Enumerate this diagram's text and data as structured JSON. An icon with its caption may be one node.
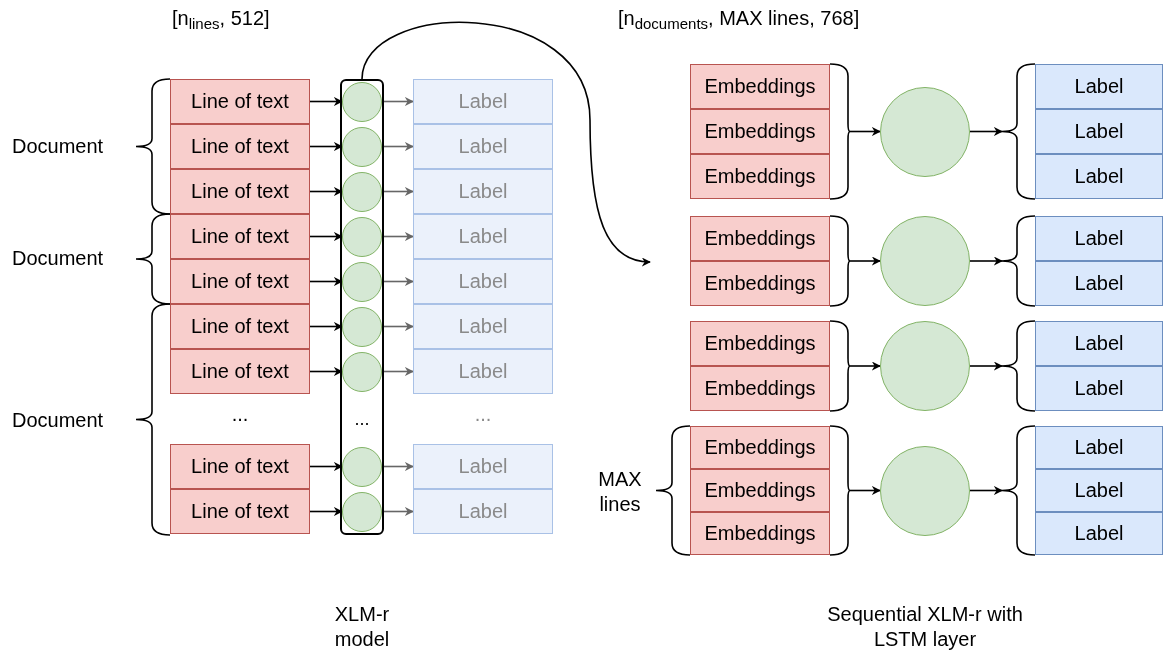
{
  "diagram": {
    "nodes": [
      {
        "text": [
          "Line of text"
        ]
      },
      {
        "text": [
          "Line of text"
        ]
      },
      {
        "text": [
          "Line of text"
        ]
      },
      {
        "text": [
          "Line of text"
        ]
      },
      {
        "text": [
          "Line of text"
        ]
      },
      {
        "text": [
          "Line of text"
        ]
      },
      {
        "text": [
          "Line of text"
        ]
      },
      {
        "text": [
          "Line of text"
        ]
      },
      {
        "text": [
          "Line of text"
        ]
      },
      {
        "text": [
          "..."
        ]
      },
      {
        "text": [],
        "shape": "circle",
        "in": 9
      },
      {
        "text": [],
        "shape": "circle",
        "in": 9
      },
      {
        "text": [],
        "shape": "circle",
        "in": 9
      },
      {
        "text": [],
        "shape": "circle",
        "in": 9
      },
      {
        "text": [],
        "shape": "circle",
        "in": 9
      },
      {
        "text": [],
        "shape": "circle",
        "in": 9
      },
      {
        "text": [],
        "shape": "circle",
        "in": 9
      },
      {
        "text": [],
        "shape": "circle",
        "in": 9
      },
      {
        "text": [],
        "shape": "circle",
        "in": 9
      },
      {
        "text": [
          "Label"
        ]
      },
      {
        "text": [
          "Label"
        ]
      },
      {
        "text": [
          "Label"
        ]
      },
      {
        "text": [
          "Label"
        ]
      },
      {
        "text": [
          "Label"
        ]
      },
      {
        "text": [
          "Label"
        ]
      },
      {
        "text": [
          "Label"
        ]
      },
      {
        "text": [
          "Label"
        ]
      },
      {
        "text": [
          "Label"
        ]
      },
      {
        "text": [
          "Embeddings"
        ]
      },
      {
        "text": [
          "Embeddings"
        ]
      },
      {
        "text": [
          "Embeddings"
        ]
      },
      {
        "text": [
          "Embeddings"
        ]
      },
      {
        "text": [
          "Embeddings"
        ]
      },
      {
        "text": [
          "Embeddings"
        ]
      },
      {
        "text": [
          "Embeddings"
        ]
      },
      {
        "text": [
          "Embeddings"
        ]
      },
      {
        "text": [
          "Embeddings"
        ]
      },
      {
        "text": [
          "Embeddings"
        ]
      },
      {
        "text": [],
        "shape": "circle"
      },
      {
        "text": [],
        "shape": "circle"
      },
      {
        "text": [],
        "shape": "circle"
      },
      {
        "text": [],
        "shape": "circle"
      },
      {
        "text": [
          "Label"
        ]
      },
      {
        "text": [
          "Label"
        ]
      },
      {
        "text": [
          "Label"
        ]
      },
      {
        "text": [
          "Label"
        ]
      },
      {
        "text": [
          "Label"
        ]
      },
      {
        "text": [
          "Label"
        ]
      },
      {
        "text": [
          "Label"
        ]
      },
      {
        "text": [
          "Label"
        ]
      },
      {
        "text": [
          "Label"
        ]
      },
      {
        "text": [
          "Label"
        ]
      },
      {
        "text": [],
        "shape": "brace"
      },
      {
        "text": [],
        "shape": "brace"
      },
      {
        "text": [],
        "shape": "brace"
      },
      {
        "text": [],
        "shape": "brace"
      },
      {
        "text": [],
        "shape": "brace"
      },
      {
        "text": [],
        "shape": "brace"
      },
      {
        "text": [],
        "shape": "brace"
      },
      {
        "text": [],
        "shape": "brace"
      }
    ],
    "edges": [
      {
        "from": 0,
        "to": 10,
        "arrow": "to"
      },
      {
        "from": 1,
        "to": 11,
        "arrow": "to"
      },
      {
        "from": 2,
        "to": 12,
        "arrow": "to"
      },
      {
        "from": 3,
        "to": 13,
        "arrow": "to"
      },
      {
        "from": 4,
        "to": 14,
        "arrow": "to"
      },
      {
        "from": 5,
        "to": 15,
        "arrow": "to"
      },
      {
        "from": 6,
        "to": 16,
        "arrow": "to"
      },
      {
        "from": 7,
        "to": 17,
        "arrow": "to"
      },
      {
        "from": 8,
        "to": 18,
        "arrow": "to"
      },
      {
        "from": 10,
        "to": 19,
        "arrow": "to",
        "color": "#666666"
      },
      {
        "from": 11,
        "to": 20,
        "arrow": "to",
        "color": "#666666"
      },
      {
        "from": 12,
        "to": 21,
        "arrow": "to",
        "color": "#666666"
      },
      {
        "from": 13,
        "to": 22,
        "arrow": "to",
        "color": "#666666"
      },
      {
        "from": 14,
        "to": 23,
        "arrow": "to",
        "color": "#666666"
      },
      {
        "from": 15,
        "to": 24,
        "arrow": "to",
        "color": "#666666"
      },
      {
        "from": 16,
        "to": 25,
        "arrow": "to",
        "color": "#666666"
      },
      {
        "from": 17,
        "to": 26,
        "arrow": "to",
        "color": "#666666"
      },
      {
        "from": 18,
        "to": 27,
        "arrow": "to",
        "color": "#666666"
      },
      {
        "from": 9,
        "to": null,
        "arrow": "to"
      },
      {
        "from": 52,
        "to": 38,
        "arrow": "to"
      },
      {
        "from": 38,
        "to": 53,
        "arrow": "to"
      },
      {
        "from": 54,
        "to": 39,
        "arrow": "to"
      },
      {
        "from": 39,
        "to": 55,
        "arrow": "to"
      },
      {
        "from": 56,
        "to": 40,
        "arrow": "to"
      },
      {
        "from": 40,
        "to": 57,
        "arrow": "to"
      },
      {
        "from": 58,
        "to": 41,
        "arrow": "to"
      },
      {
        "from": 41,
        "to": 59,
        "arrow": "to"
      }
    ],
    "labels": [
      "[n$_{lines}$, 512]",
      "[n$_{documents}$, MAX lines, 768]",
      "Document",
      "Document",
      "Document",
      "...",
      "...",
      "MAX lines",
      "XLM-r model",
      "Sequential XLM-r with LSTM layer"
    ]
  }
}
